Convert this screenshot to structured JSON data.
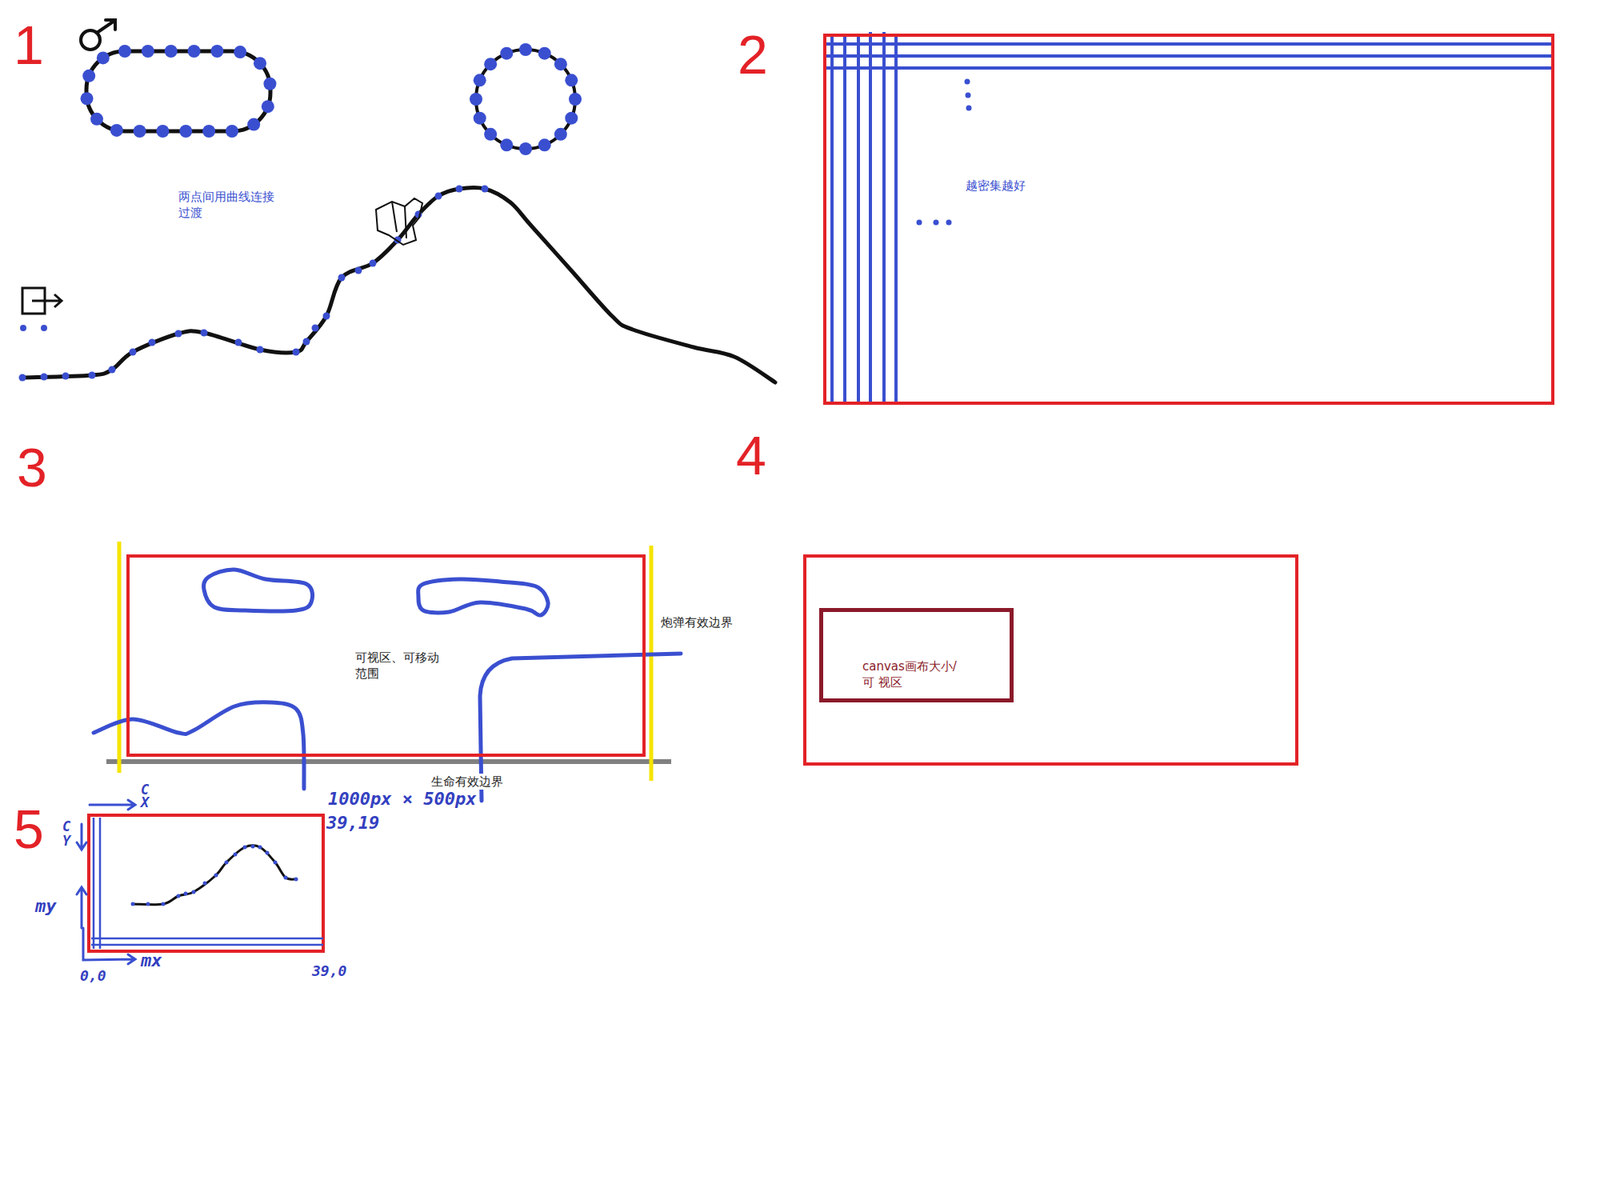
{
  "diagram": {
    "nodes": [
      {
        "text": [
          "越密集越好"
        ]
      },
      {
        "text": [
          "可视区、可移动 范围"
        ]
      },
      {
        "text": [
          "canvas画布大小/可 视区"
        ]
      }
    ],
    "labels": [
      "1",
      "两点间用曲线连接 过渡",
      "2",
      "3",
      "炮弹有效边界",
      "生命有效边界",
      "1000px × 500px",
      "39,19",
      "4",
      "5",
      "C",
      "X",
      "C",
      "Y",
      "my",
      "0,0",
      "mx",
      "39,0"
    ]
  }
}
